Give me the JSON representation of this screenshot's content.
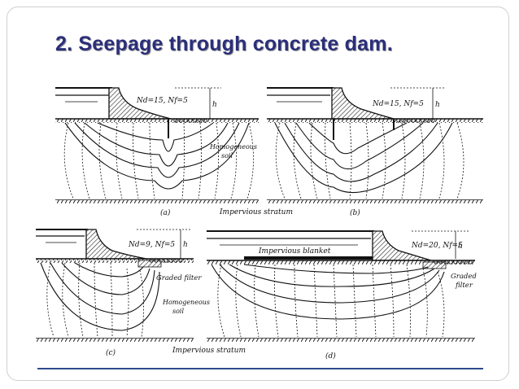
{
  "slide": {
    "title": "2. Seepage through concrete dam."
  },
  "diagrams": {
    "a": {
      "params": "Nd=15, Nf=5",
      "head": "h",
      "soil_label_line1": "Homogeneous",
      "soil_label_line2": "soil",
      "caption": "(a)"
    },
    "b": {
      "params": "Nd=15, Nf=5",
      "head": "h",
      "caption": "(b)"
    },
    "c": {
      "params": "Nd=9, Nf=5",
      "head": "h",
      "filter_label": "Graded filter",
      "soil_label_line1": "Homogeneous",
      "soil_label_line2": "soil",
      "caption": "(c)"
    },
    "d": {
      "params": "Nd=20, Nf=5",
      "head": "h",
      "blanket_label": "Impervious blanket",
      "filter_label_line1": "Graded",
      "filter_label_line2": "filter",
      "caption": "(d)"
    },
    "stratum_label_top": "Impervious stratum",
    "stratum_label_bottom": "Impervious stratum"
  },
  "colors": {
    "title": "#2b2f7a",
    "rule": "#2e4a8c",
    "ink": "#111111"
  }
}
